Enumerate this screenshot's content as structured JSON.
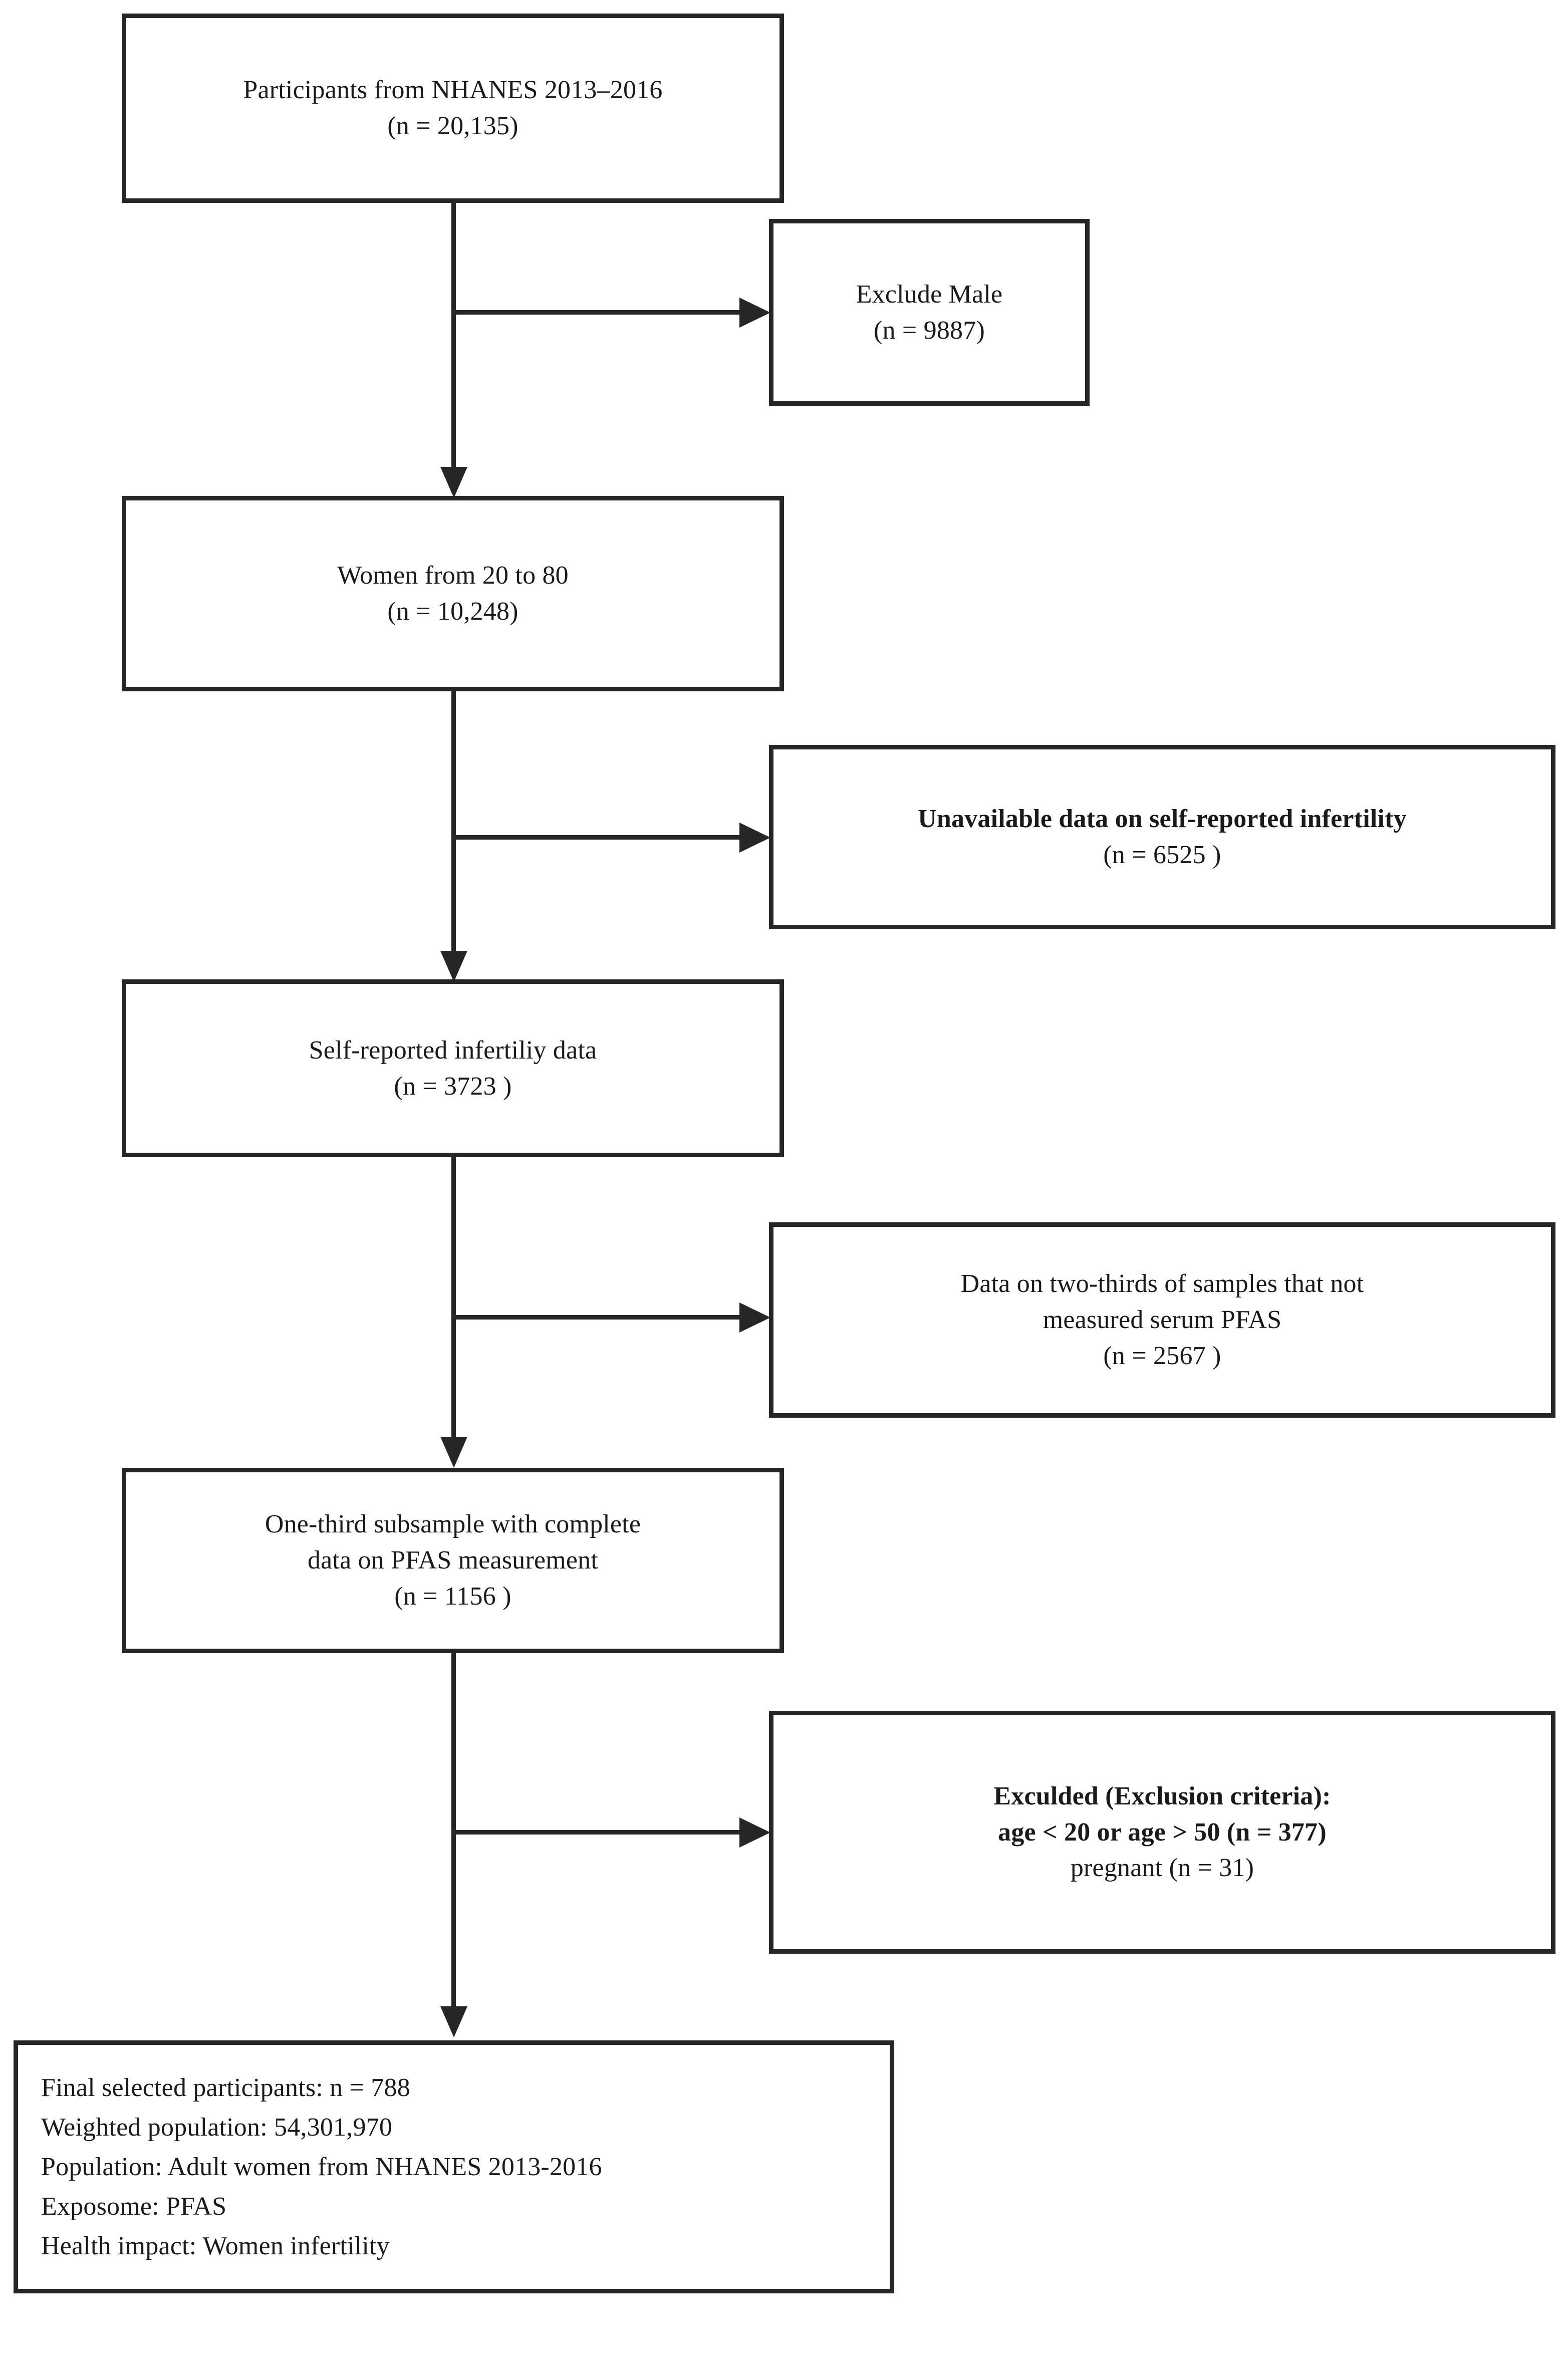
{
  "diagram": {
    "type": "flowchart",
    "title": "Participant selection flow diagram",
    "colors": {
      "stroke": "#262626",
      "background": "#ffffff",
      "text": "#1a1a1a"
    },
    "nodes": [
      {
        "id": "participants",
        "lines": [
          "Participants from NHANES 2013–2016",
          "(n = 20,135)"
        ],
        "bold": false,
        "align": "center"
      },
      {
        "id": "exclude-male",
        "lines": [
          "Exclude Male",
          "(n = 9887)"
        ],
        "bold": false,
        "align": "center"
      },
      {
        "id": "women-20-80",
        "lines": [
          "Women from 20 to 80",
          "(n = 10,248)"
        ],
        "bold": false,
        "align": "center"
      },
      {
        "id": "unavailable-infertility-data",
        "lines": [
          "Unavailable data on self-reported infertility",
          "(n = 6525 )"
        ],
        "bold": true,
        "align": "center"
      },
      {
        "id": "self-reported-infertility",
        "lines": [
          "Self-reported infertiliy data",
          "(n = 3723 )"
        ],
        "bold": false,
        "align": "center"
      },
      {
        "id": "two-thirds-not-measured",
        "lines": [
          "Data on two-thirds of samples that not",
          "measured serum PFAS",
          "(n = 2567 )"
        ],
        "bold": false,
        "align": "center"
      },
      {
        "id": "one-third-subsample",
        "lines": [
          "One-third subsample with complete",
          "data on PFAS measurement",
          "(n = 1156 )"
        ],
        "bold": false,
        "align": "center"
      },
      {
        "id": "exclusion-criteria",
        "lines": [
          "Exculded (Exclusion criteria):",
          "age < 20 or age > 50 (n = 377)",
          "pregnant (n = 31)"
        ],
        "bold": true,
        "last_line_bold": false,
        "align": "center"
      },
      {
        "id": "final-summary",
        "lines": [
          "Final selected participants: n = 788",
          "Weighted population: 54,301,970",
          "Population: Adult women from NHANES 2013-2016",
          "Exposome: PFAS",
          "Health impact: Women infertility"
        ],
        "bold": false,
        "align": "left"
      }
    ],
    "connectors": [
      {
        "id": "participants-to-women",
        "kind": "arrow-down"
      },
      {
        "id": "participants-to-exclude-male",
        "kind": "arrow-right"
      },
      {
        "id": "women-to-self-reported",
        "kind": "arrow-down"
      },
      {
        "id": "women-to-unavailable",
        "kind": "arrow-right"
      },
      {
        "id": "self-reported-to-one-third",
        "kind": "arrow-down"
      },
      {
        "id": "self-reported-to-two-thirds",
        "kind": "arrow-right"
      },
      {
        "id": "one-third-to-final",
        "kind": "arrow-down"
      },
      {
        "id": "one-third-to-exclusion",
        "kind": "arrow-right"
      }
    ]
  }
}
